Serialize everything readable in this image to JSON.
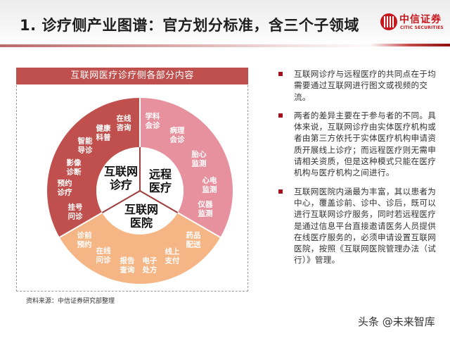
{
  "header": {
    "title": "1. 诊疗侧产业图谱：官方划分标准，含三个子领域",
    "logo_cn": "中信证券",
    "logo_en": "CITIC SECURITIES",
    "logo_icon": "citic-logo-icon",
    "accent_color": "#c8161d"
  },
  "figure": {
    "title": "互联网医疗诊疗侧各部分内容",
    "colors": {
      "title_bar": "#c0504d",
      "internet_diagnosis": "#c0504d",
      "telemedicine": "#e6919d",
      "internet_hospital": "#f5b584",
      "inner_circle": "#ffffff",
      "divider": "#9e3c3c"
    },
    "sectors": [
      {
        "name": "互联网\n诊疗",
        "color": "#c0504d",
        "items": [
          "在线\n咨询",
          "健康\n科普",
          "智能\n导诊",
          "影像\n诊断",
          "预约\n诊疗",
          "挂号\n问诊"
        ]
      },
      {
        "name": "远程\n医疗",
        "color": "#e6919d",
        "items": [
          "学科\n会诊",
          "病理\n会诊",
          "胎心\n监测",
          "心电\n监测",
          "仪器\n监测"
        ]
      },
      {
        "name": "互联网\n医院",
        "color": "#f5b584",
        "items": [
          "药品\n配送",
          "线上\n支付",
          "电子\n处方",
          "报告\n查询",
          "在线\n问诊",
          "诊前\n预约"
        ]
      }
    ],
    "source": "资料来源：中信证券研究部整理"
  },
  "bullets": [
    "互联网诊疗与远程医疗的共同点在于均需要通过互联网进行图文或视频的交流。",
    "两者的差异主要在于参与者的不同。具体来说，互联网诊疗由实体医疗机构或者由第三方依托于实体医疗机构申请资质开展线上诊疗；而远程医疗则无需申请相关资质，但是这种模式只能在医疗机构与医疗机构之间进行。",
    "互联网医院内涵最为丰富，其以患者为中心，覆盖诊前、诊中、诊后，既可以进行互联网诊疗服务，同时若远程医疗是通过信息平台直接邀请医务人员提供在线医疗服务的，必须申请设置互联网医院，按照《互联网医院管理办法（试行）》管理。"
  ],
  "watermark": "头条 @未来智库"
}
